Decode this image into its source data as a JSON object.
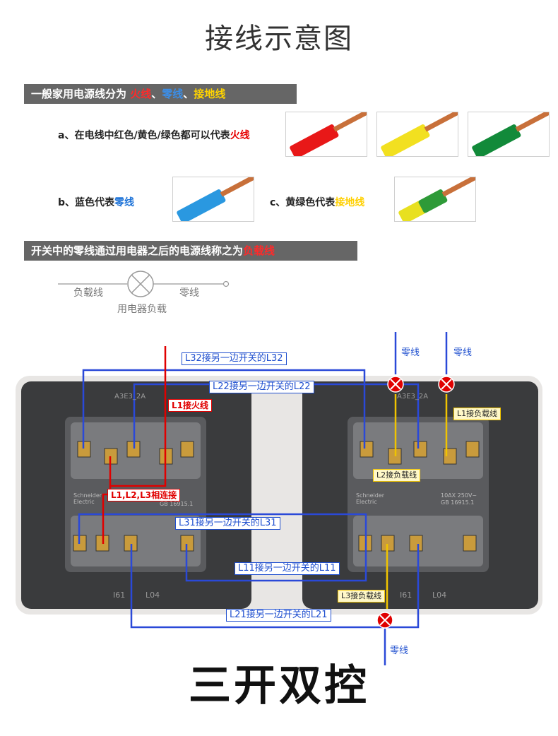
{
  "page": {
    "title": "接线示意图",
    "big_title": "三开双控"
  },
  "section1": {
    "heading_prefix": "一般家用电源线分为",
    "live": "火线",
    "sep1": "、",
    "neutral": "零线",
    "sep2": "、",
    "ground": "接地线"
  },
  "items": {
    "a_prefix": "a、在电线中红色/黄色/绿色都可以代表",
    "a_suffix": "火线",
    "b_prefix": "b、蓝色代表",
    "b_suffix": "零线",
    "c_prefix": "c、黄绿色代表",
    "c_suffix": "接地线"
  },
  "section2": {
    "heading_prefix": "开关中的零线通过用电器之后的电源线称之为",
    "heading_emph": "负载线"
  },
  "legend": {
    "load_wire": "负载线",
    "neutral": "零线",
    "appliance": "用电器负载"
  },
  "diagram": {
    "neutral_top_left": "零线",
    "neutral_top_right": "零线",
    "neutral_bottom": "零线",
    "l32": "L32接另一边开关的L32",
    "l22": "L22接另一边开关的L22",
    "l1_live": "L1接火线",
    "l1_load": "L1接负载线",
    "l2_load": "L2接负载线",
    "l123": "L1,L2,L3相连接",
    "l31": "L31接另一边开关的L31",
    "l11": "L11接另一边开关的L11",
    "l3_load": "L3接负载线",
    "l21": "L21接另一边开关的L21",
    "plate_code": "A3E3_2A",
    "plate_brand": "Schneider Electric",
    "plate_rating": "10AX 250V~",
    "plate_std": "GB 16915.1",
    "plate_bottom_1": "I61",
    "plate_bottom_2": "L04"
  },
  "colors": {
    "live": "#e00000",
    "neutral": "#1f4fcf",
    "load": "#f0c400",
    "bar": "#666666"
  },
  "icons": [
    "lamp-x-icon"
  ]
}
